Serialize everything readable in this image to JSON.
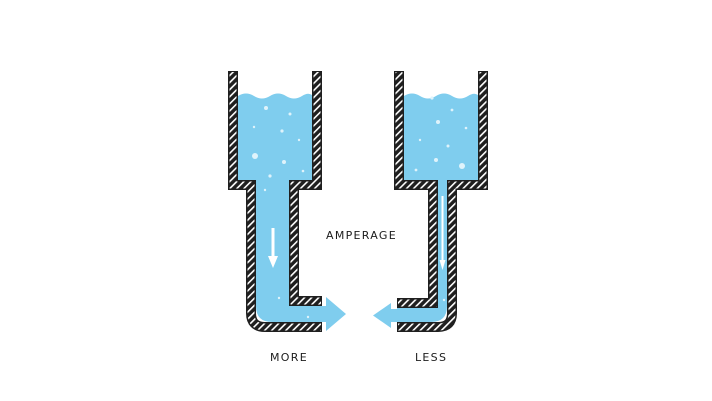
{
  "labels": {
    "center": "AMPERAGE",
    "left": "MORE",
    "right": "LESS"
  },
  "colors": {
    "water": "#7fcdee",
    "wall": "#1f1f1f",
    "hatch": "#ffffff",
    "arrow": "#7fcdee",
    "background": "#ffffff"
  }
}
